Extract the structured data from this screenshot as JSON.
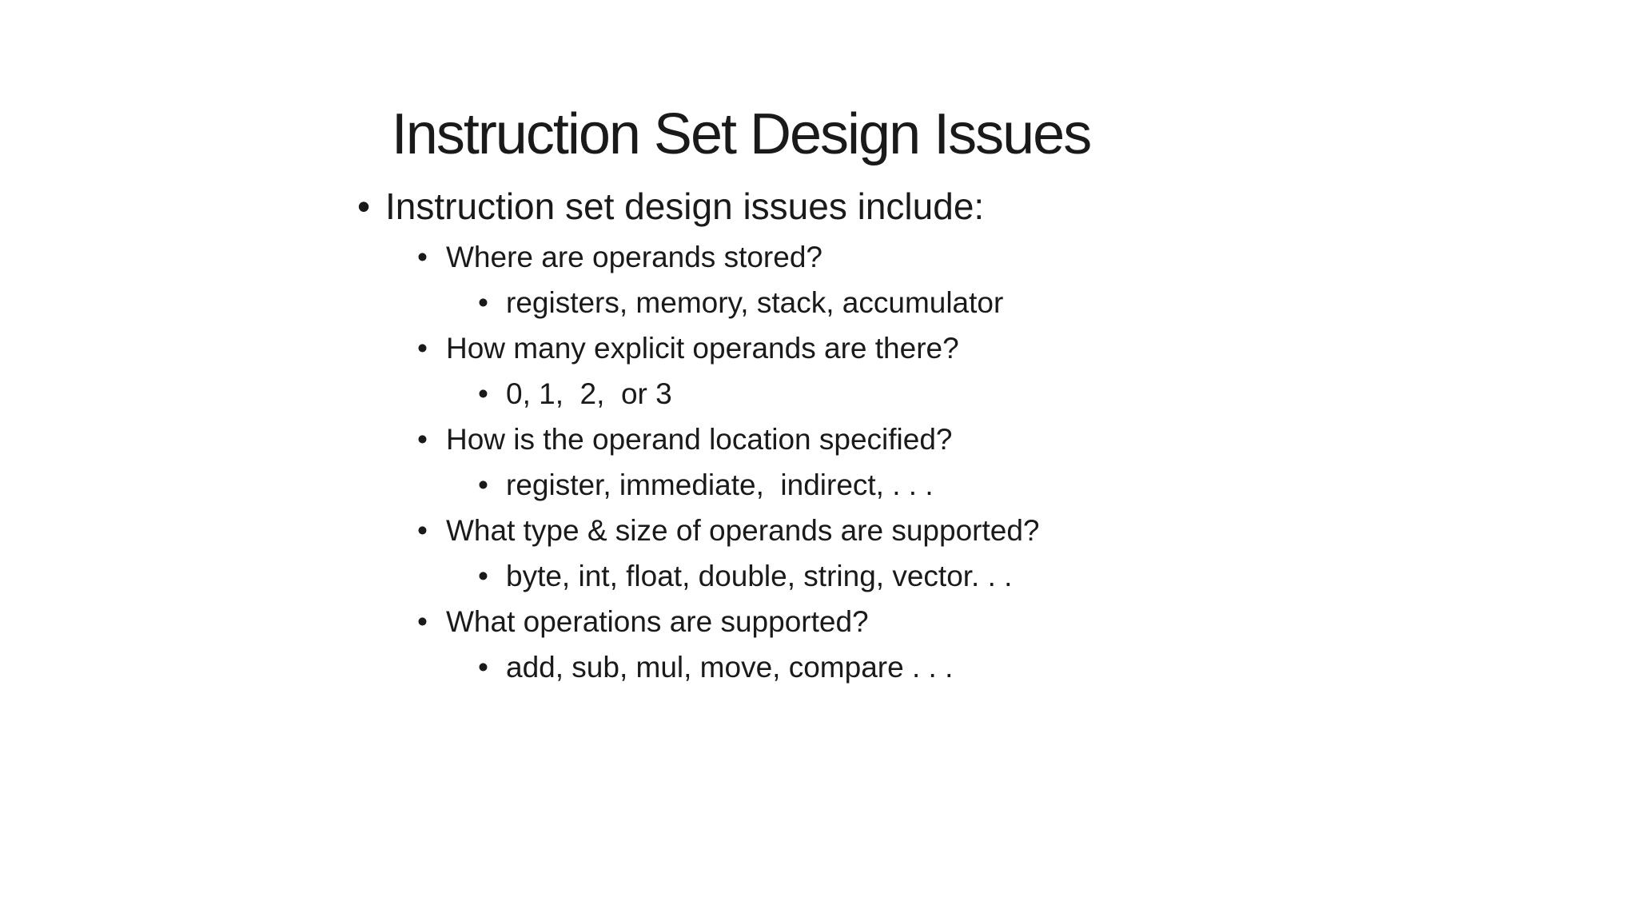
{
  "slide": {
    "title": "Instruction Set Design Issues",
    "bullet_glyph": "•",
    "colors": {
      "background": "#ffffff",
      "text": "#1a1a1a"
    },
    "bullets": [
      {
        "level": 1,
        "text": "Instruction set design issues include:"
      },
      {
        "level": 2,
        "text": "Where are operands stored?"
      },
      {
        "level": 3,
        "text": "registers, memory, stack, accumulator"
      },
      {
        "level": 2,
        "text": "How many explicit operands are there?"
      },
      {
        "level": 3,
        "text": "0, 1,  2,  or 3"
      },
      {
        "level": 2,
        "text": "How is the operand location specified?"
      },
      {
        "level": 3,
        "text": "register, immediate,  indirect, . . ."
      },
      {
        "level": 2,
        "text": "What type & size of operands are supported?"
      },
      {
        "level": 3,
        "text": "byte, int, float, double, string, vector. . ."
      },
      {
        "level": 2,
        "text": "What operations are supported?"
      },
      {
        "level": 3,
        "text": "add, sub, mul, move, compare . . ."
      }
    ]
  }
}
